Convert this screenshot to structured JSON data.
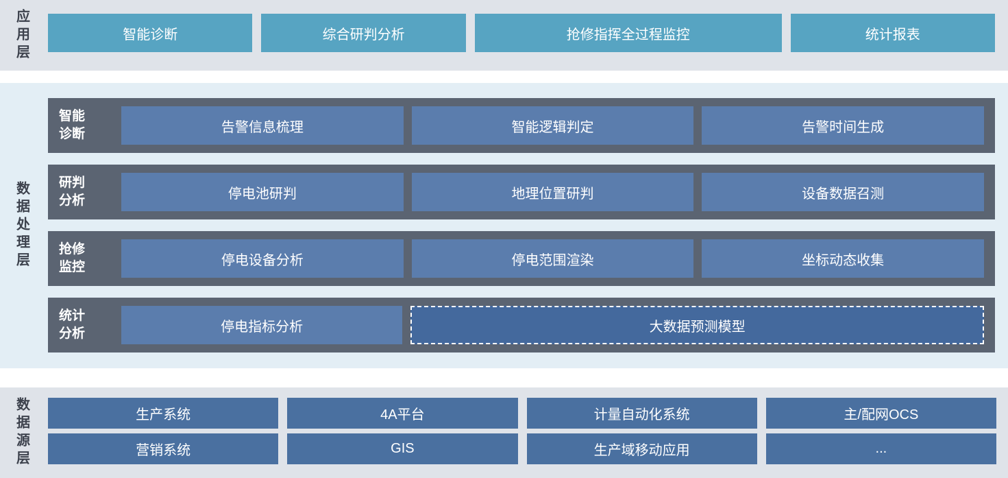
{
  "colors": {
    "band_background": "#dfe3e9",
    "middle_background": "#e3eef5",
    "application_button": "#57a4c2",
    "row_background": "#5b6472",
    "row_button": "#5b7dad",
    "dashed_button": "#44699d",
    "source_button": "#4a70a0",
    "layer_label_text": "#3d424d",
    "button_text": "#ffffff"
  },
  "layers": {
    "application": {
      "label": "应用层",
      "items": [
        "智能诊断",
        "综合研判分析",
        "抢修指挥全过程监控",
        "统计报表"
      ]
    },
    "processing": {
      "label": "数据处理层",
      "rows": [
        {
          "label": "智能\n诊断",
          "items": [
            "告警信息梳理",
            "智能逻辑判定",
            "告警时间生成"
          ]
        },
        {
          "label": "研判\n分析",
          "items": [
            "停电池研判",
            "地理位置研判",
            "设备数据召测"
          ]
        },
        {
          "label": "抢修\n监控",
          "items": [
            "停电设备分析",
            "停电范围渲染",
            "坐标动态收集"
          ]
        },
        {
          "label": "统计\n分析",
          "items": [
            "停电指标分析"
          ],
          "dashed_item": "大数据预测模型"
        }
      ]
    },
    "datasource": {
      "label": "数据源层",
      "items": [
        "生产系统",
        "4A平台",
        "计量自动化系统",
        "主/配网OCS",
        "营销系统",
        "GIS",
        "生产域移动应用",
        "..."
      ]
    }
  }
}
